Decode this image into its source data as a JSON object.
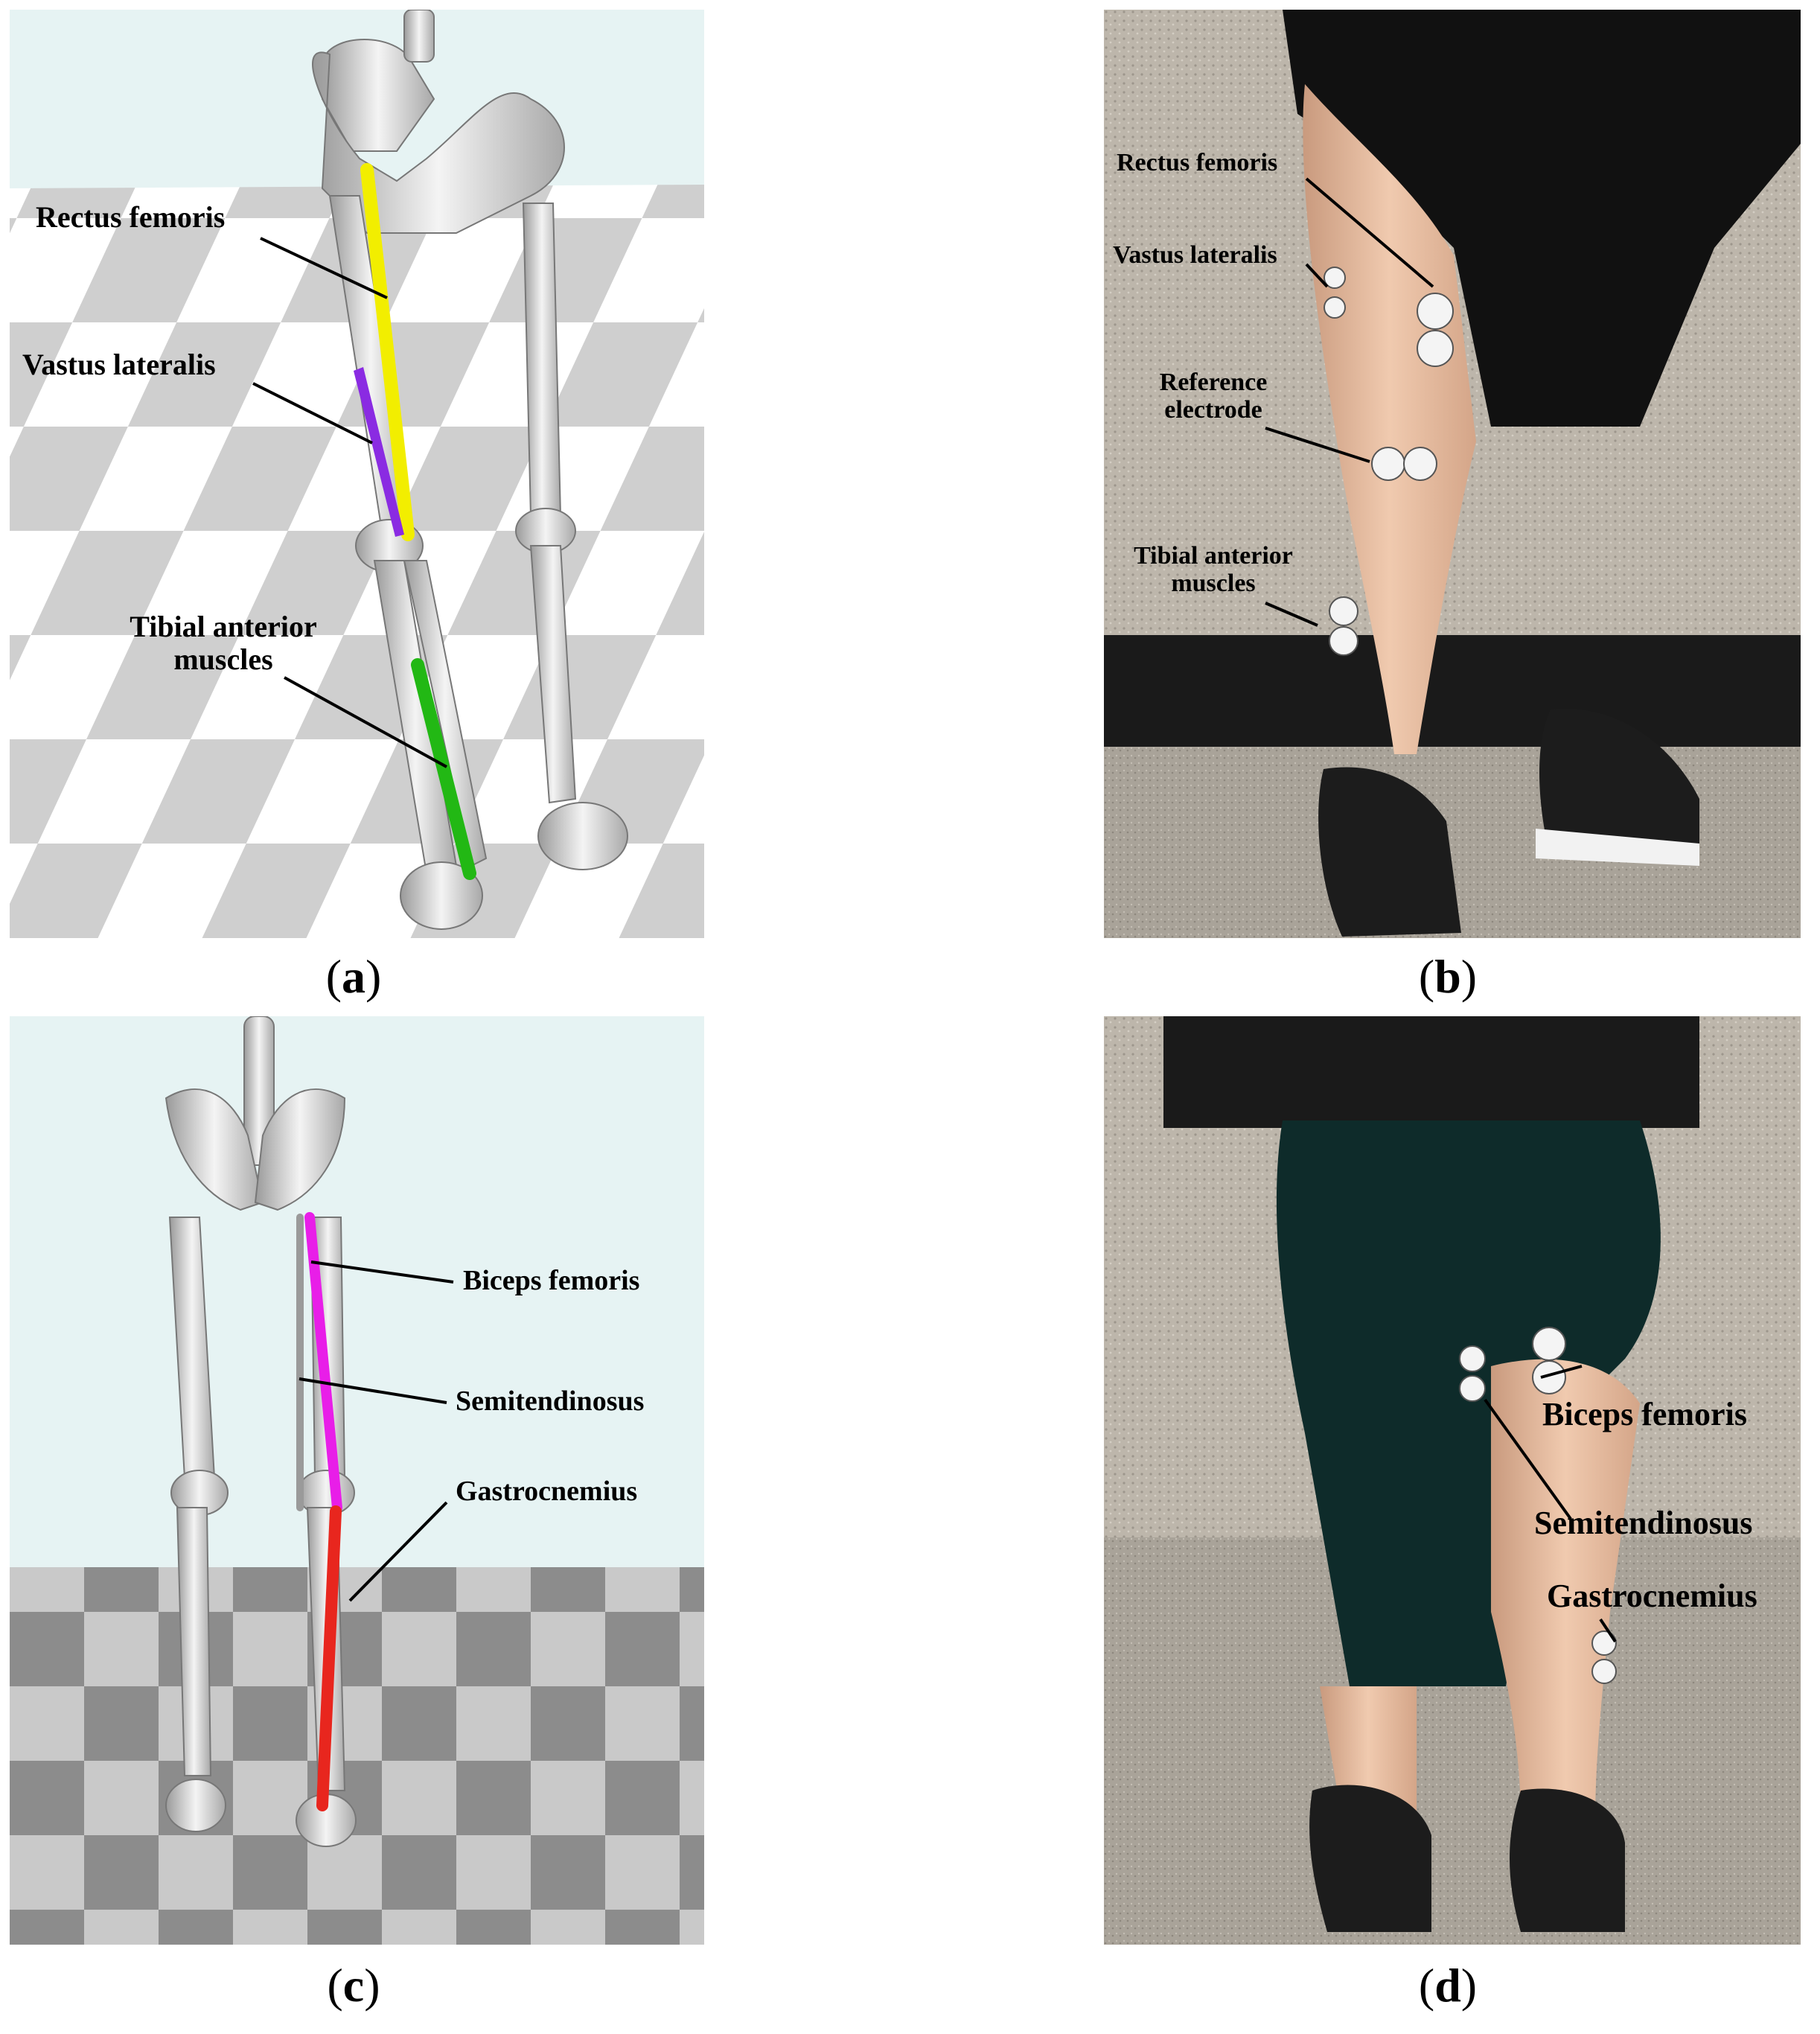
{
  "panels": {
    "a": {
      "caption_letter": "a",
      "labels": {
        "rectus_femoris": "Rectus femoris",
        "vastus_lateralis": "Vastus lateralis",
        "tibial_anterior_l1": "Tibial anterior",
        "tibial_anterior_l2": "muscles"
      },
      "colors": {
        "rectus_femoris": "#f2ee00",
        "vastus_lateralis": "#8a2be2",
        "tibial_anterior": "#22b814",
        "sky": "#e6f3f3"
      }
    },
    "b": {
      "caption_letter": "b",
      "labels": {
        "rectus_femoris": "Rectus femoris",
        "vastus_lateralis": "Vastus lateralis",
        "reference_l1": "Reference",
        "reference_l2": "electrode",
        "tibial_anterior_l1": "Tibial anterior",
        "tibial_anterior_l2": "muscles"
      }
    },
    "c": {
      "caption_letter": "c",
      "labels": {
        "biceps_femoris": "Biceps femoris",
        "semitendinosus": "Semitendinosus",
        "gastrocnemius": "Gastrocnemius"
      },
      "colors": {
        "biceps_femoris": "#e81ee8",
        "semitendinosus": "#9a9a9a",
        "gastrocnemius": "#e8261e"
      }
    },
    "d": {
      "caption_letter": "d",
      "labels": {
        "biceps_femoris": "Biceps femoris",
        "semitendinosus": "Semitendinosus",
        "gastrocnemius": "Gastrocnemius"
      }
    }
  }
}
